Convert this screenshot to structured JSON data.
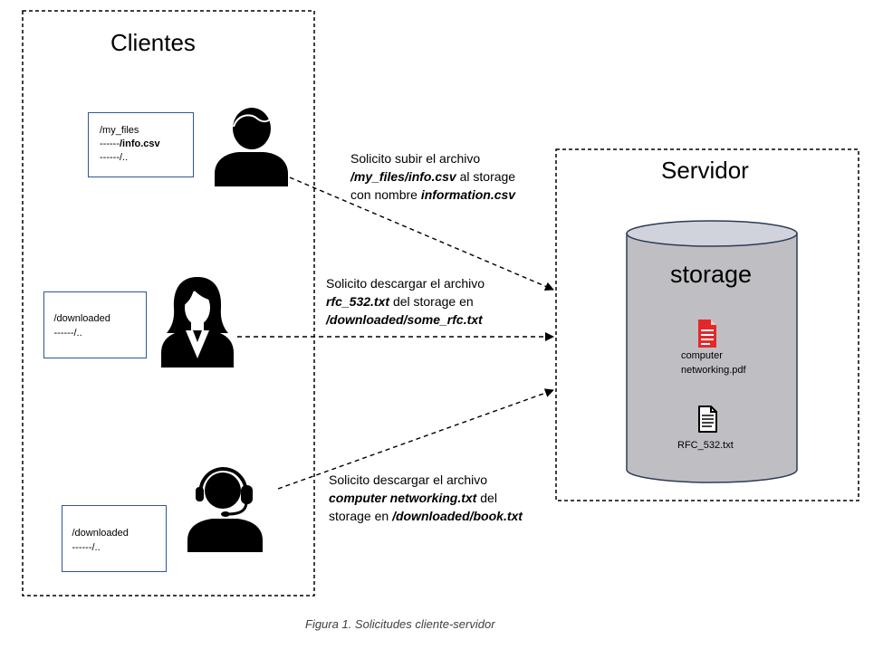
{
  "clients_panel": {
    "title": "Clientes",
    "clients": [
      {
        "icon": "male-user-icon",
        "file_tree": {
          "root": "/my_files",
          "entry_prefix": "------",
          "entry_name": "/info.csv",
          "parent_entry": "------/.."
        }
      },
      {
        "icon": "female-user-icon",
        "file_tree": {
          "root": "/downloaded",
          "parent_entry": "------/.."
        }
      },
      {
        "icon": "headset-user-icon",
        "file_tree": {
          "root": "/downloaded",
          "parent_entry": "------/.."
        }
      }
    ]
  },
  "requests": [
    {
      "line1": "Solicito subir el archivo",
      "source_file": "/my_files/info.csv",
      "line2_rest": "al storage",
      "line3_lead": "con nombre",
      "target_name": "information.csv"
    },
    {
      "line1": "Solicito descargar el archivo",
      "source_file": "rfc_532.txt",
      "line2_rest": "del storage en",
      "target_path": "/downloaded/some_rfc.txt"
    },
    {
      "line1": "Solicito descargar el archivo",
      "source_file": "computer networking.txt",
      "line2_rest": "del",
      "line3_lead": "storage en",
      "target_path": "/downloaded/book.txt"
    }
  ],
  "server_panel": {
    "title": "Servidor",
    "storage": {
      "label": "storage",
      "files": [
        {
          "icon": "pdf-file-icon",
          "name": "computer networking.pdf"
        },
        {
          "icon": "text-file-icon",
          "name": "RFC_532.txt"
        }
      ]
    }
  },
  "caption": "Figura 1. Solicitudes cliente-servidor",
  "colors": {
    "file-box-border": "#2f5597",
    "cylinder-body": "#bfbfc3",
    "cylinder-top": "#d0d3dc",
    "cylinder-outline": "#2f3b56",
    "pdf-icon": "#e4282a",
    "caption-text": "#404040"
  }
}
